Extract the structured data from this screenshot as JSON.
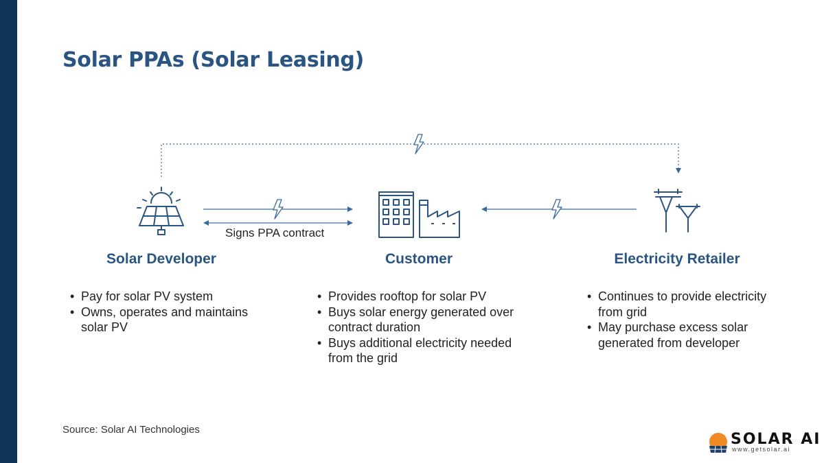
{
  "title": "Solar PPAs (Solar Leasing)",
  "contract_label": "Signs PPA contract",
  "parties": [
    {
      "name": "Solar Developer",
      "icon": "solar-panel-sun-icon",
      "bullets": [
        "Pay for solar PV system",
        "Owns, operates and maintains solar PV"
      ]
    },
    {
      "name": "Customer",
      "icon": "building-factory-icon",
      "bullets": [
        "Provides rooftop for solar PV",
        "Buys solar energy generated over contract duration",
        "Buys additional electricity needed from the grid"
      ]
    },
    {
      "name": "Electricity Retailer",
      "icon": "power-pylon-icon",
      "bullets": [
        "Continues to provide electricity from grid",
        "May purchase excess solar generated from developer"
      ]
    }
  ],
  "flows": [
    {
      "from": "Solar Developer",
      "to": "Customer",
      "kind": "electricity",
      "icon": "lightning-icon"
    },
    {
      "from": "Customer",
      "to": "Solar Developer",
      "kind": "contract"
    },
    {
      "from": "Electricity Retailer",
      "to": "Customer",
      "kind": "electricity",
      "icon": "lightning-icon"
    },
    {
      "from": "Solar Developer",
      "to": "Electricity Retailer",
      "kind": "excess electricity",
      "style": "dotted",
      "icon": "lightning-icon"
    }
  ],
  "source": "Source: Solar AI Technologies",
  "logo": {
    "text": "SOLAR AI",
    "url": "www.getsolar.ai",
    "icon": "sun-logo-icon"
  },
  "colors": {
    "accent": "#2a5582",
    "arrow": "#3a6a99",
    "sidebar": "#0f3257",
    "logo_orange": "#f08a24"
  }
}
